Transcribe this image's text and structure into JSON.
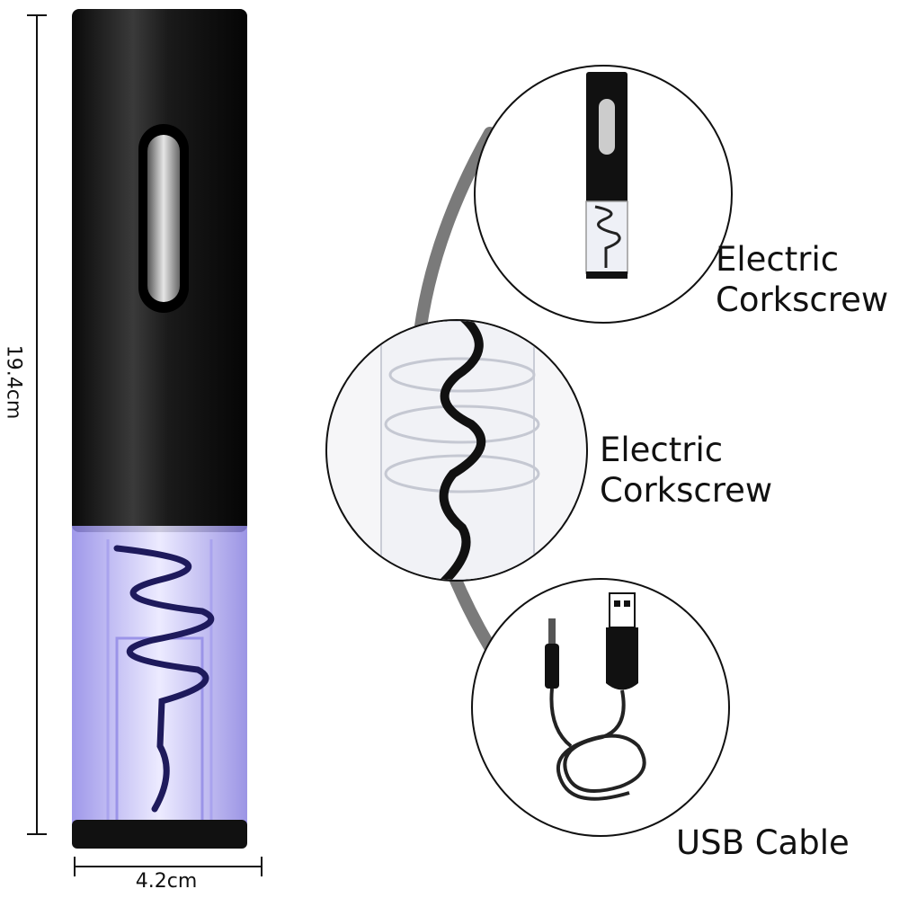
{
  "dimensions": {
    "height_label": "19.4cm",
    "width_label": "4.2cm"
  },
  "callouts": [
    {
      "line1": "Electric",
      "line2": "Corkscrew"
    },
    {
      "line1": "Electric",
      "line2": "Corkscrew"
    },
    {
      "line1": "USB Cable"
    }
  ],
  "colors": {
    "body": "#111111",
    "chamber": "#7a72d8",
    "arc": "#777777"
  }
}
